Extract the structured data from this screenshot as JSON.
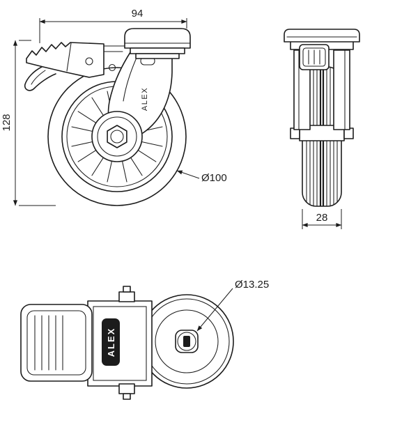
{
  "labels": {
    "dim_top_width": "94",
    "dim_height": "128",
    "wheel_diameter": "Ø100",
    "wheel_width": "28",
    "bolt_hole_diameter": "Ø13.25",
    "brand_side": "ALEX",
    "brand_top": "ALEX"
  },
  "colors": {
    "line": "#1c1c1c",
    "background": "#ffffff"
  }
}
